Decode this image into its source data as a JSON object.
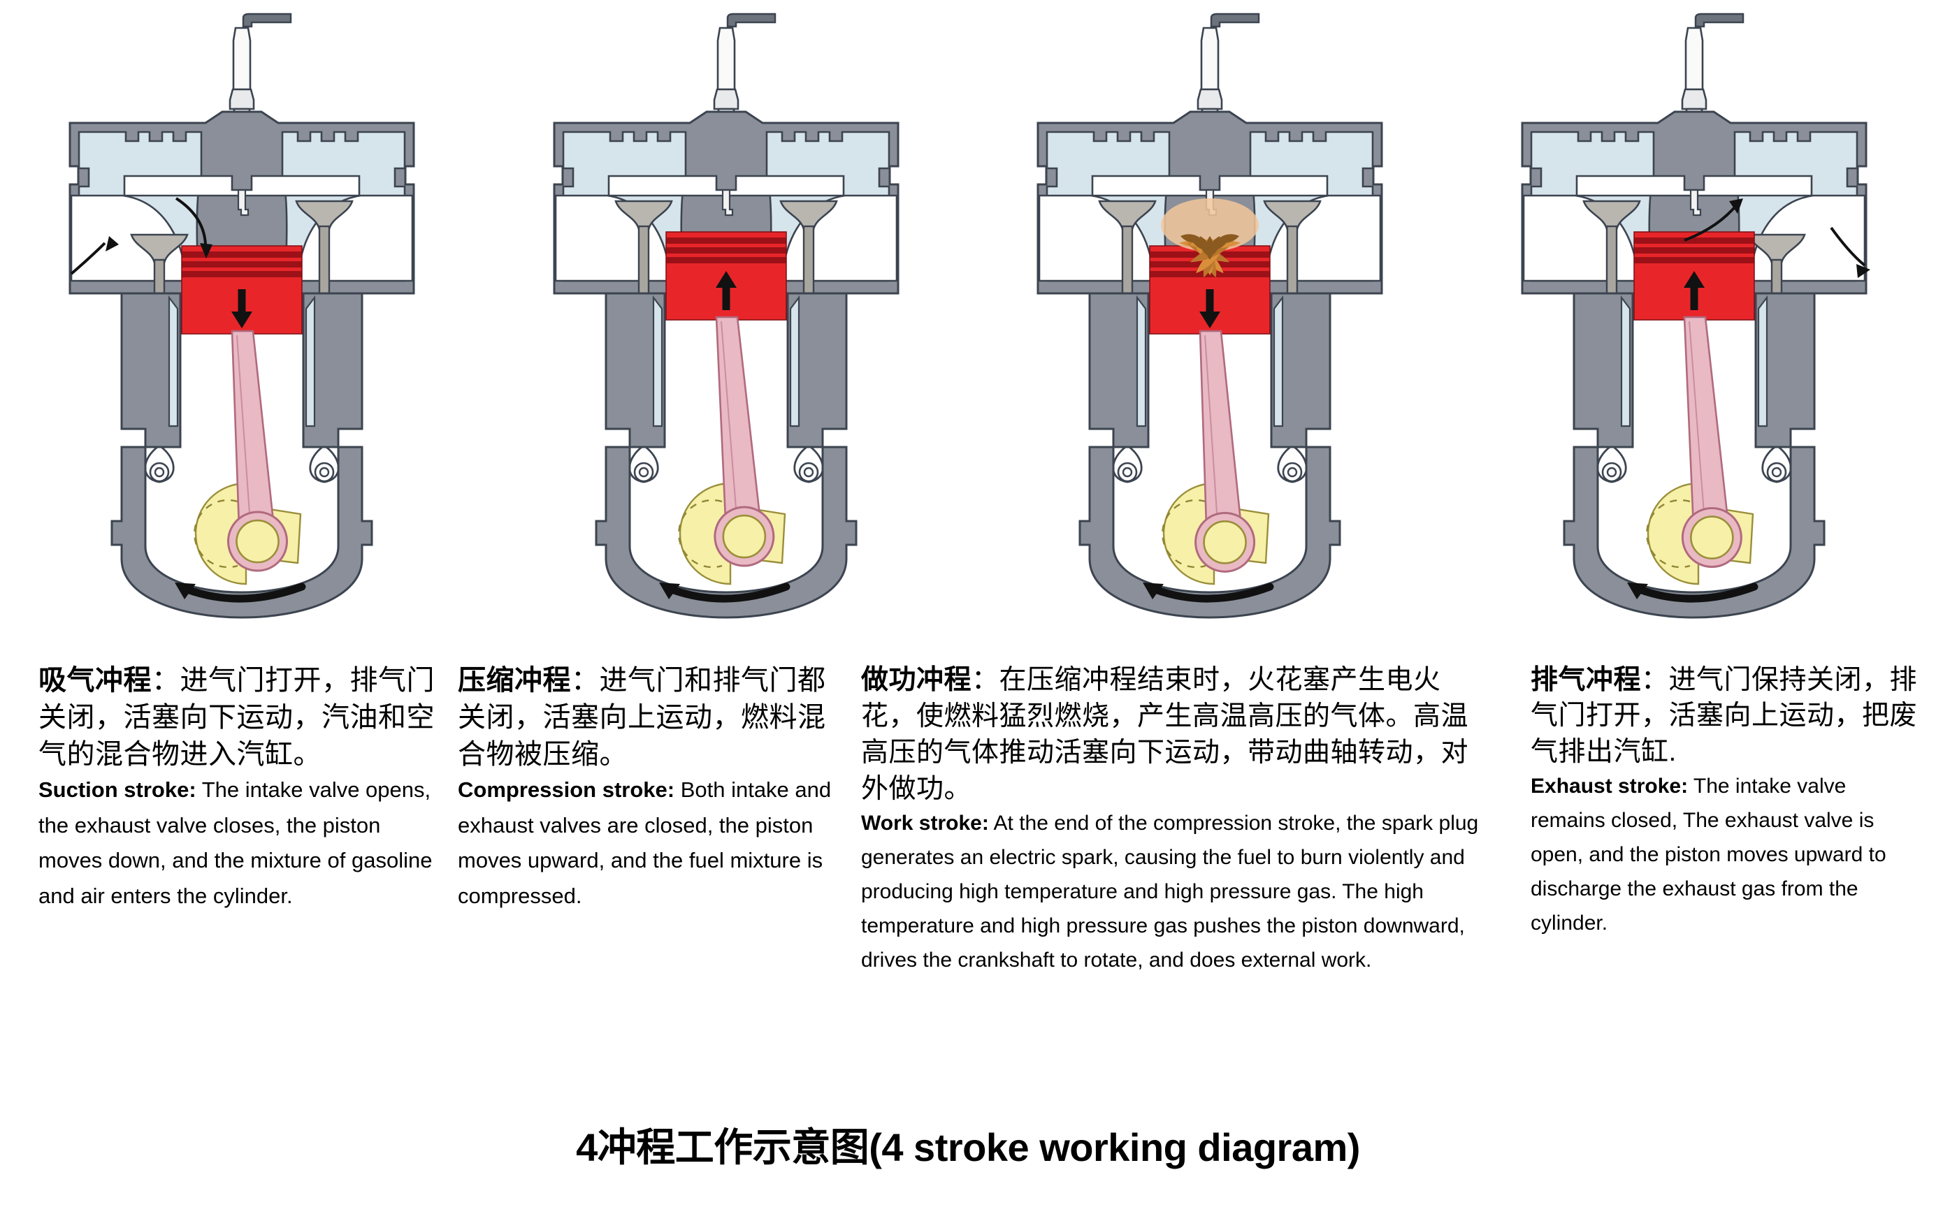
{
  "diagram": {
    "title": "4冲程工作示意图(4 stroke working diagram)",
    "colors": {
      "body_gray": "#8a8f99",
      "body_gray_dark": "#757a85",
      "outline": "#3c4450",
      "coolant_blue": "#d6e4ec",
      "piston_red": "#e8262a",
      "piston_ring_dark": "#9c1117",
      "crank_yellow": "#f7f0a8",
      "rod_pink": "#e9b9c4",
      "valve_silver": "#b9b6b0",
      "flame_orange": "#e8a055",
      "spark_plug_gray": "#9aa0a8",
      "white": "#ffffff",
      "black": "#000000"
    },
    "panels": [
      {
        "id": "suction",
        "name": "intake-stroke-illustration",
        "piston_direction": "down",
        "intake_valve": "open",
        "exhaust_valve": "closed",
        "airflow": "into-cylinder-left",
        "spark": false,
        "rotation": "counter-clockwise"
      },
      {
        "id": "compression",
        "name": "compression-stroke-illustration",
        "piston_direction": "up",
        "intake_valve": "closed",
        "exhaust_valve": "closed",
        "airflow": "none",
        "spark": false,
        "rotation": "counter-clockwise"
      },
      {
        "id": "work",
        "name": "power-stroke-illustration",
        "piston_direction": "down",
        "intake_valve": "closed",
        "exhaust_valve": "closed",
        "airflow": "none",
        "spark": true,
        "rotation": "counter-clockwise"
      },
      {
        "id": "exhaust",
        "name": "exhaust-stroke-illustration",
        "piston_direction": "up",
        "intake_valve": "closed",
        "exhaust_valve": "open",
        "airflow": "out-of-cylinder-right",
        "spark": false,
        "rotation": "counter-clockwise"
      }
    ]
  },
  "strokes": [
    {
      "cn_label": "吸气冲程",
      "cn_sep": "：",
      "cn_body": "进气门打开，排气门关闭，活塞向下运动，汽油和空气的混合物进入汽缸。",
      "en_label": "Suction stroke:",
      "en_body": " The intake valve opens, the exhaust valve closes, the piston moves down, and the mixture of gasoline and air enters the cylinder."
    },
    {
      "cn_label": "压缩冲程",
      "cn_sep": "：",
      "cn_body": "进气门和排气门都关闭，活塞向上运动，燃料混合物被压缩。",
      "en_label": "Compression stroke:",
      "en_body": " Both intake and exhaust valves are closed, the piston moves upward, and the fuel mixture is compressed."
    },
    {
      "cn_label": "做功冲程",
      "cn_sep": "：",
      "cn_body": "在压缩冲程结束时，火花塞产生电火花，使燃料猛烈燃烧，产生高温高压的气体。高温高压的气体推动活塞向下运动，带动曲轴转动，对外做功。",
      "en_label": "Work stroke:",
      "en_body": " At the end of the compression stroke, the spark plug generates an electric spark, causing the fuel to burn violently and producing high temperature and high pressure gas. The high temperature and high pressure gas pushes the piston downward, drives the crankshaft to rotate, and does external work."
    },
    {
      "cn_label": "排气冲程",
      "cn_sep": "：",
      "cn_body": "进气门保持关闭，排气门打开，活塞向上运动，把废气排出汽缸.",
      "en_label": "Exhaust stroke:",
      "en_body": " The intake valve remains closed, The exhaust valve is open, and the piston moves upward to discharge the exhaust gas from the cylinder."
    }
  ]
}
